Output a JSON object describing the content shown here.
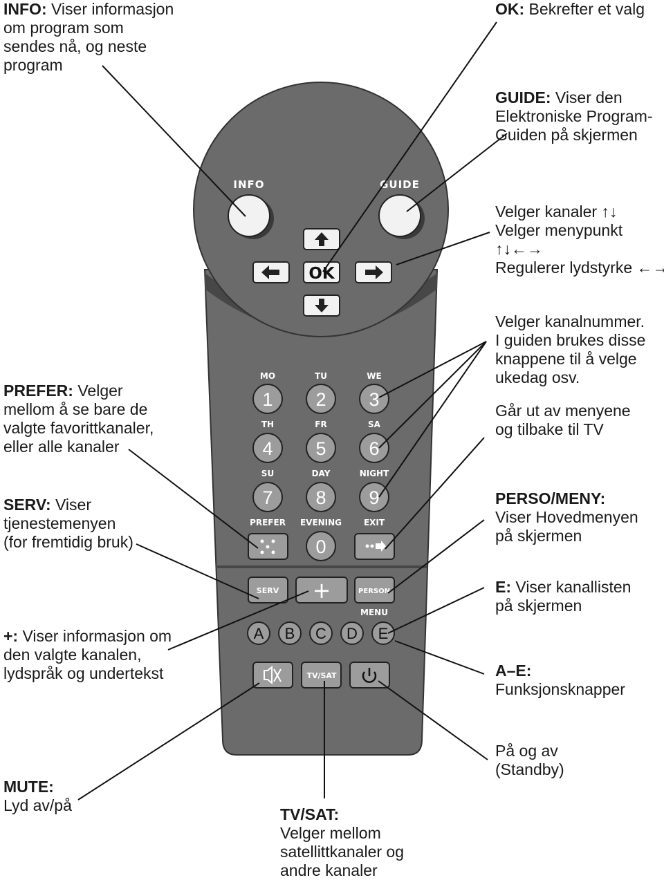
{
  "remote": {
    "colors": {
      "body": "#6b6b6b",
      "dark": "#474747",
      "button": "#9c9c9c",
      "ball": "#f2f2f2",
      "white": "#ffffff"
    },
    "top": {
      "info_label": "INFO",
      "guide_label": "GUIDE",
      "ok_label": "OK"
    },
    "digits": [
      {
        "day": "MO",
        "digit": "1"
      },
      {
        "day": "TU",
        "digit": "2"
      },
      {
        "day": "WE",
        "digit": "3"
      },
      {
        "day": "TH",
        "digit": "4"
      },
      {
        "day": "FR",
        "digit": "5"
      },
      {
        "day": "SA",
        "digit": "6"
      },
      {
        "day": "SU",
        "digit": "7"
      },
      {
        "day": "DAY",
        "digit": "8"
      },
      {
        "day": "NIGHT",
        "digit": "9"
      }
    ],
    "row4": {
      "prefer_label": "PREFER",
      "evening_label": "EVENING",
      "exit_label": "EXIT",
      "zero_digit": "0"
    },
    "row5": {
      "serv_label": "SERV",
      "plus_label": "+",
      "person_label": "PERSON",
      "menu_label": "MENU"
    },
    "letters": [
      "A",
      "B",
      "C",
      "D",
      "E"
    ],
    "bottom": {
      "tvsat_label": "TV/SAT"
    }
  },
  "annotations": {
    "info": {
      "head": "INFO:",
      "lines": [
        " Viser informasjon",
        "om program som",
        "sendes nå, og neste",
        "program"
      ]
    },
    "ok": {
      "head": "OK:",
      "lines": [
        " Bekrefter et valg"
      ]
    },
    "guide": {
      "head": "GUIDE:",
      "lines": [
        " Viser den",
        "Elektroniske Program-",
        "Guiden på skjermen"
      ]
    },
    "arrows": {
      "lines": [
        "Velger kanaler ↑↓",
        "Velger menypunkt",
        "↑↓←→",
        "Regulerer lydstyrke ←→"
      ]
    },
    "numbers": {
      "lines": [
        "Velger kanalnummer.",
        "I guiden brukes disse",
        "knappene til å velge",
        "ukedag osv."
      ]
    },
    "exit": {
      "lines": [
        "Går ut av menyene",
        "og tilbake til TV"
      ]
    },
    "prefer": {
      "head": "PREFER:",
      "lines": [
        " Velger",
        "mellom å se bare de",
        "valgte favorittkanaler,",
        "eller alle kanaler"
      ]
    },
    "serv": {
      "head": "SERV:",
      "lines": [
        " Viser",
        "tjenestemenyen",
        "(for fremtidig bruk)"
      ]
    },
    "perso": {
      "head": "PERSO/MENY:",
      "lines": [
        "Viser Hovedmenyen",
        "på skjermen"
      ]
    },
    "e": {
      "head": "E:",
      "lines": [
        " Viser kanallisten",
        "på skjermen"
      ]
    },
    "plus": {
      "head": "+:",
      "lines": [
        " Viser informasjon om",
        "den valgte kanalen,",
        "lydspråk og undertekst"
      ]
    },
    "ae": {
      "head": "A–E:",
      "lines": [
        "Funksjonsknapper"
      ]
    },
    "mute": {
      "head": "MUTE:",
      "lines": [
        "Lyd av/på"
      ]
    },
    "tvsat": {
      "head": "TV/SAT:",
      "lines": [
        "Velger mellom",
        "satellittkanaler og",
        "andre kanaler"
      ]
    },
    "power": {
      "lines": [
        "På og av",
        "(Standby)"
      ]
    }
  }
}
